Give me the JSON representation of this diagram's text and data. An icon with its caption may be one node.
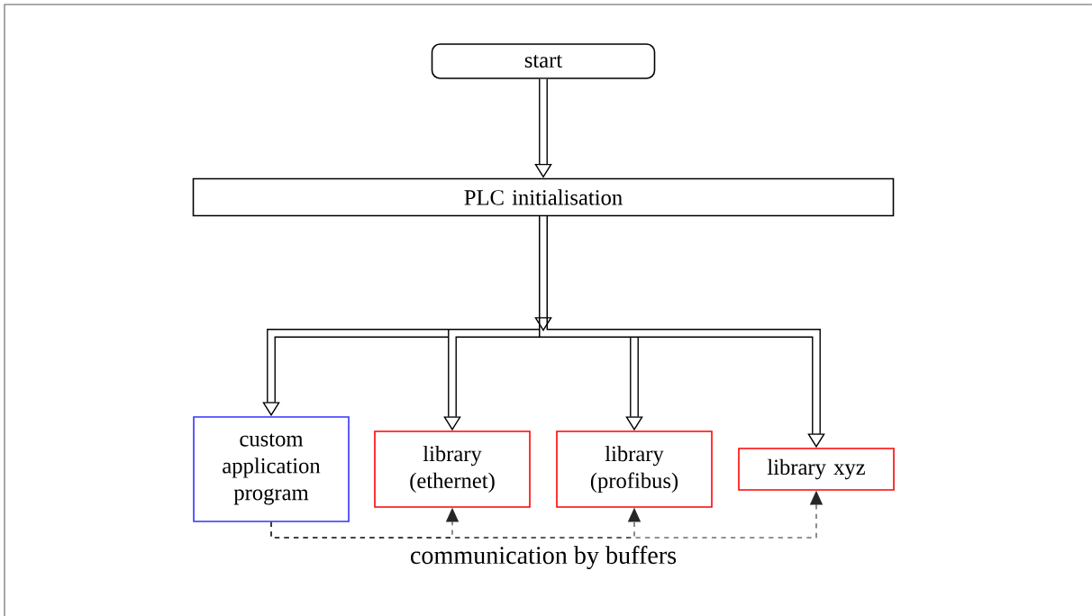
{
  "diagram": {
    "nodes": [
      {
        "text": [
          "start"
        ]
      },
      {
        "text": [
          "PLC initialisation"
        ]
      },
      {
        "text": [
          "custom application program"
        ]
      },
      {
        "text": [
          "library (ethernet)"
        ]
      },
      {
        "text": [
          "library (profibus)"
        ]
      },
      {
        "text": [
          "library xyz"
        ]
      }
    ],
    "edges": [
      {
        "from": 0,
        "to": 1,
        "arrow": "to"
      },
      {
        "from": 1,
        "to": 2,
        "arrow": "to"
      },
      {
        "from": 1,
        "to": 3,
        "arrow": "to"
      },
      {
        "from": 1,
        "to": 4,
        "arrow": "to"
      },
      {
        "from": 1,
        "to": 5,
        "arrow": "to"
      },
      {
        "from": 2,
        "to": 3,
        "arrow": "to",
        "style": "dashed"
      },
      {
        "from": 2,
        "to": 4,
        "arrow": "to",
        "style": "dashed",
        "label": "communication by buffers"
      },
      {
        "from": 2,
        "to": 5,
        "arrow": "to",
        "style": "dashed"
      }
    ]
  }
}
